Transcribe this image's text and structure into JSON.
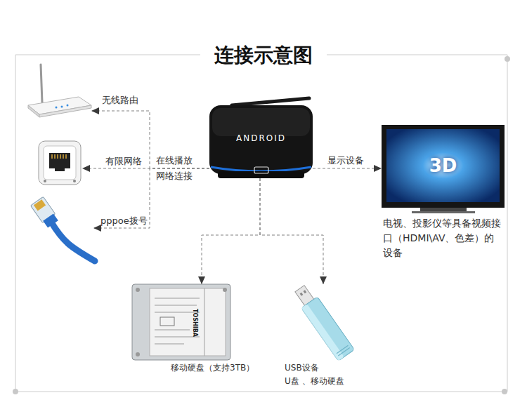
{
  "diagram": {
    "title": "连接示意图",
    "nodes": [
      {
        "text": [
          "无线路由"
        ]
      },
      {
        "text": [
          "有限网络"
        ]
      },
      {
        "text": [
          "pppoe拨号"
        ]
      },
      {
        "text": [
          "ANDROID"
        ]
      },
      {
        "text": [
          "3D",
          "电视、投影仪等具备视频接口（HDMI\\AV、色差）的设备"
        ]
      },
      {
        "text": [
          "移动硬盘（支持3TB）"
        ]
      },
      {
        "text": [
          "USB设备",
          "U盘 、移动硬盘"
        ]
      }
    ],
    "edges": [
      {
        "from": 3,
        "to": 0,
        "arrow": "to"
      },
      {
        "from": 3,
        "to": 1,
        "arrow": "to"
      },
      {
        "from": 3,
        "to": 2,
        "arrow": "to"
      },
      {
        "from": 3,
        "to": 4,
        "label": "显示设备",
        "arrow": "to"
      },
      {
        "from": 3,
        "to": 5,
        "arrow": "to"
      },
      {
        "from": 3,
        "to": 6,
        "arrow": "to"
      }
    ],
    "labels": [
      "在线播放 网络连接",
      "TOSHIBA"
    ]
  }
}
